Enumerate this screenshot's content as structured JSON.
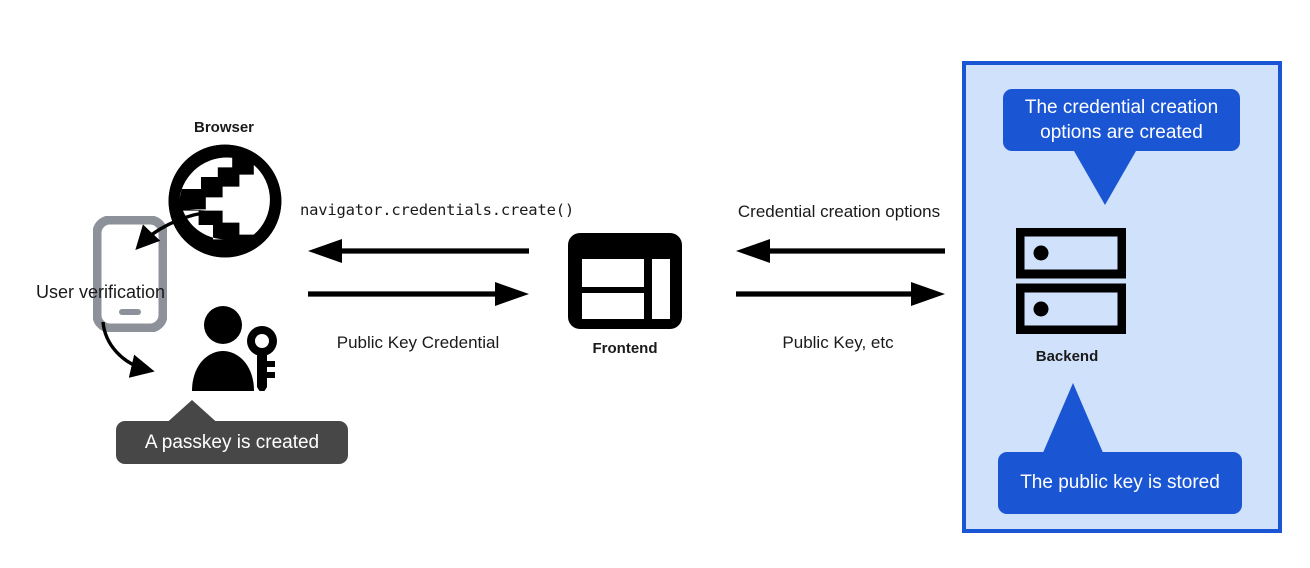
{
  "diagram": {
    "title": "WebAuthn passkey registration flow",
    "colors": {
      "panel_fill": "#d0e1fc",
      "panel_border": "#1a56d4",
      "callout_blue": "#1a56d4",
      "callout_gray": "#474747",
      "ink": "#000000",
      "phone_gray": "#8d9199"
    }
  },
  "nodes": {
    "browser_label": "Browser",
    "frontend_label": "Frontend",
    "backend_label": "Backend",
    "user_verification_label": "User verification"
  },
  "icons": {
    "browser": "globe-icon",
    "phone": "mobile-phone-icon",
    "user_key": "user-with-key-icon",
    "frontend": "browser-window-layout-icon",
    "backend": "server-rack-icon"
  },
  "flows": [
    {
      "name": "browser-to-frontend-request",
      "label": "navigator.credentials.create()",
      "direction": "left",
      "style": "mono"
    },
    {
      "name": "frontend-to-browser-response",
      "label": "Public Key Credential",
      "direction": "right",
      "style": "sans"
    },
    {
      "name": "backend-to-frontend-options",
      "label": "Credential creation options",
      "direction": "left",
      "style": "sans"
    },
    {
      "name": "frontend-to-backend-publickey",
      "label": "Public Key, etc",
      "direction": "right",
      "style": "sans"
    }
  ],
  "callouts": [
    {
      "name": "credential-creation-options-callout",
      "text": "The credential creation options are created",
      "color": "#1a56d4",
      "tail": "down"
    },
    {
      "name": "public-key-stored-callout",
      "text": "The public key is stored",
      "color": "#1a56d4",
      "tail": "up"
    },
    {
      "name": "passkey-created-callout",
      "text": "A passkey is created",
      "color": "#474747",
      "tail": "up"
    }
  ]
}
